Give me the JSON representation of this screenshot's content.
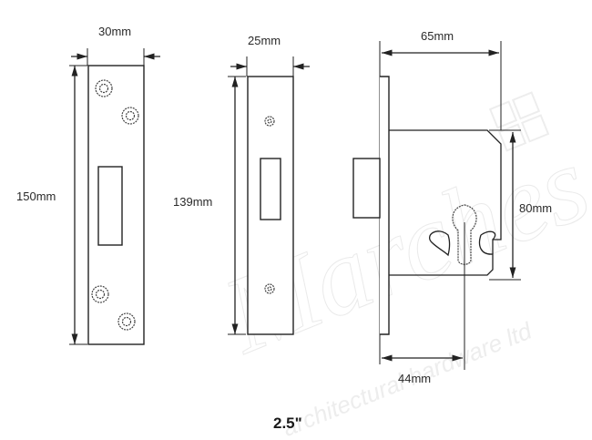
{
  "diagram": {
    "title": "2.5\"",
    "watermark": {
      "brand": "Marches",
      "tagline": "architectural hardware ltd"
    },
    "components": [
      {
        "name": "Forend / Strike Plate",
        "dimensions": {
          "width_label": "30mm",
          "height_label": "150mm"
        },
        "screw_holes": 4,
        "slot": true
      },
      {
        "name": "Keep Plate",
        "dimensions": {
          "width_label": "25mm",
          "height_label": "139mm"
        },
        "screw_holes": 2,
        "slot": true
      },
      {
        "name": "Lock Body (side view)",
        "dimensions": {
          "depth_label": "65mm",
          "body_height_label": "80mm",
          "backset_label": "44mm"
        },
        "cylinder_cutout": "euro profile"
      }
    ]
  },
  "colors": {
    "line": "#222222",
    "background": "#ffffff",
    "watermark": "#e8e8e8"
  }
}
